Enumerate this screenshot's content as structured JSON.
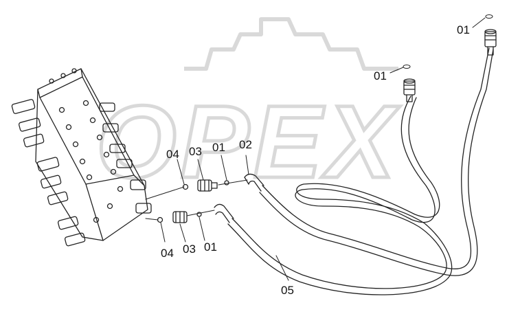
{
  "watermark": {
    "text": "OPEX",
    "color": "#d9d9d9",
    "icon": "gear-icon"
  },
  "callouts": [
    {
      "id": "callout-01-top-right",
      "label": "01"
    },
    {
      "id": "callout-01-mid",
      "label": "01"
    },
    {
      "id": "callout-04-upper",
      "label": "04"
    },
    {
      "id": "callout-03-upper",
      "label": "03"
    },
    {
      "id": "callout-01-upper",
      "label": "01"
    },
    {
      "id": "callout-02",
      "label": "02"
    },
    {
      "id": "callout-04-lower",
      "label": "04"
    },
    {
      "id": "callout-03-lower",
      "label": "03"
    },
    {
      "id": "callout-01-lower",
      "label": "01"
    },
    {
      "id": "callout-05",
      "label": "05"
    }
  ],
  "colors": {
    "line": "#222222",
    "watermark": "#d9d9d9",
    "background": "#ffffff"
  }
}
